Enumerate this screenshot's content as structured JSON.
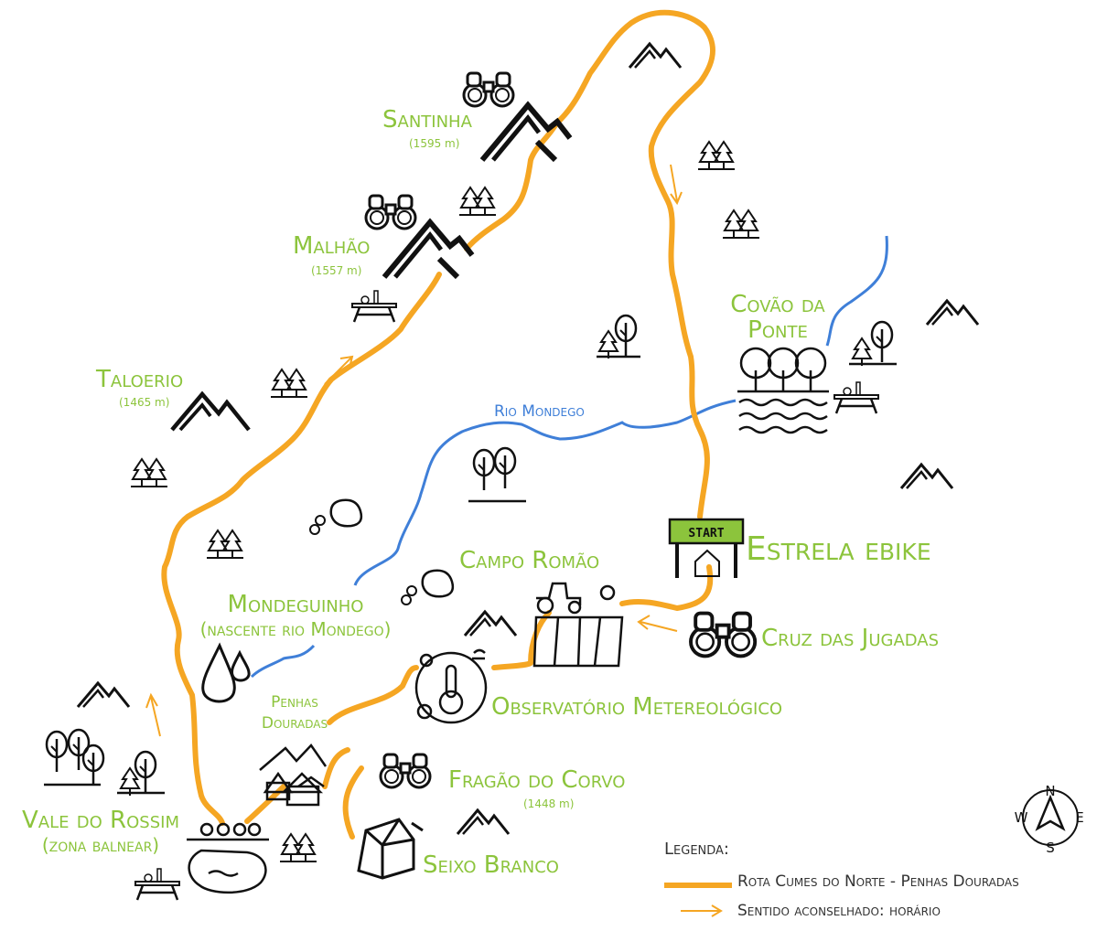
{
  "colors": {
    "route": "#f5a623",
    "river": "#3f7fd8",
    "label": "#8cc43c",
    "icon": "#111111"
  },
  "places": {
    "santinha": {
      "name": "Santinha",
      "altitude": "(1595 m)"
    },
    "malhao": {
      "name": "Malhão",
      "altitude": "(1557 m)"
    },
    "taloerio": {
      "name": "Taloerio",
      "altitude": "(1465 m)"
    },
    "covao_line1": "Covão da",
    "covao_line2": "Ponte",
    "rio_mondego": "Rio Mondego",
    "estrela": "Estrela ebike",
    "start_sign": "START",
    "campo_romao": "Campo Romão",
    "mondeguinho_line1": "Mondeguinho",
    "mondeguinho_line2": "(nascente rio Mondego)",
    "cruz_jugadas": "Cruz das Jugadas",
    "penhas_line1": "Penhas",
    "penhas_line2": "Douradas",
    "observatorio": "Observatório Metereológico",
    "fragao": {
      "name": "Fragão do Corvo",
      "altitude": "(1448 m)"
    },
    "vale_line1": "Vale do Rossim",
    "vale_line2": "(zona balnear)",
    "seixo": "Seixo Branco"
  },
  "legend": {
    "title": "Legenda:",
    "route": "Rota Cumes do Norte - Penhas Douradas",
    "direction": "Sentido aconselhado: horário"
  },
  "compass": {
    "n": "N",
    "s": "S",
    "e": "E",
    "w": "W"
  },
  "icons": [
    "mountain-icon",
    "binoculars-icon",
    "tree-icon",
    "picnic-table-icon",
    "rock-icon",
    "tractor-icon",
    "water-drop-icon",
    "thermometer-icon",
    "village-icon",
    "lake-icon",
    "compass-icon"
  ]
}
